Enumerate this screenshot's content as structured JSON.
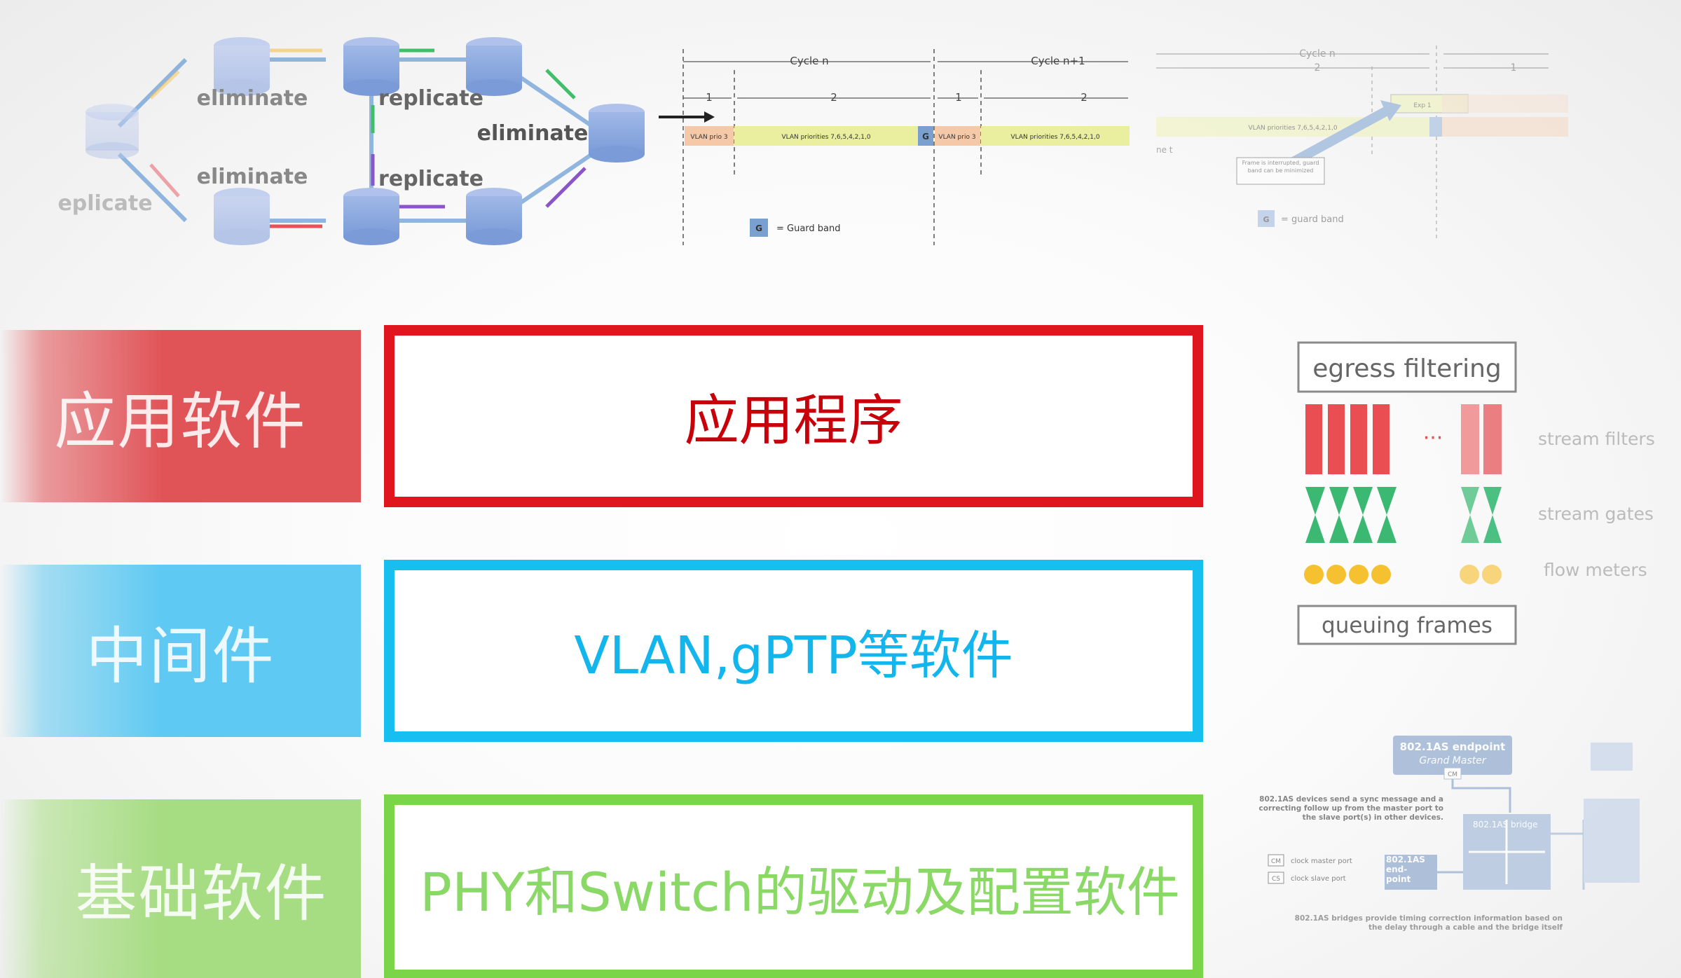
{
  "frer_diagram": {
    "labels": [
      "eliminate",
      "replicate",
      "eliminate",
      "eliminate",
      "replicate",
      "eplicate"
    ]
  },
  "gate_diagram": {
    "cycle_n": "Cycle n",
    "cycle_n1": "Cycle n+1",
    "seg1": "1",
    "seg2": "2",
    "seg3": "1",
    "seg4": "2",
    "vlan_prio3": "VLAN prio 3",
    "vlan_priorities": "VLAN priorities 7,6,5,4,2,1,0",
    "g": "G",
    "guard_band": "= Guard band"
  },
  "preempt_diagram": {
    "cycle_n": "Cycle n",
    "seg2": "2",
    "seg1": "1",
    "vlan_priorities": "VLAN priorities 7,6,5,4,2,1,0",
    "frame_note": "Frame is interrupted, guard band can be minimized",
    "g": "G",
    "guard_band": "= guard band",
    "net": "ne t"
  },
  "psfp_diagram": {
    "egress": "egress filtering",
    "dots": "···",
    "stream_filters": "stream filters",
    "stream_gates": "stream gates",
    "flow_meters": "flow meters",
    "queuing": "queuing frames"
  },
  "gptp_diagram": {
    "endpoint_title": "802.1AS endpoint",
    "grand_master": "Grand Master",
    "cm": "CM",
    "cs": "CS",
    "bridge": "802.1AS bridge",
    "endpoint": "802.1AS end- point",
    "sync_note": "802.1AS devices send a sync message and a correcting follow up from the master port to the slave port(s) in other devices.",
    "clock_master_port": "clock master port",
    "clock_slave_port": "clock slave port",
    "bridge_note": "802.1AS bridges provide timing correction information based on the delay through a cable and the bridge itself"
  },
  "layers": [
    {
      "label": "应用软件",
      "content": "应用程序",
      "color": "#e0161e"
    },
    {
      "label": "中间件",
      "content": "VLAN,gPTP等软件",
      "color": "#16bff0"
    },
    {
      "label": "基础软件",
      "content": "PHY和Switch的驱动及配置软件",
      "color": "#7ad548"
    }
  ]
}
